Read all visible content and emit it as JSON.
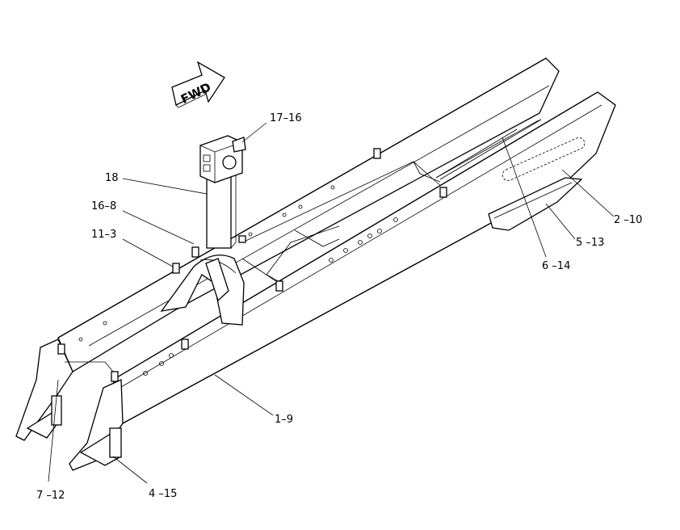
{
  "direction_indicator": {
    "text": "FWD",
    "icon": "forward-arrow-icon"
  },
  "callouts": [
    {
      "id": "c1",
      "text": "17–16"
    },
    {
      "id": "c2",
      "text": "18"
    },
    {
      "id": "c3",
      "text": "16–8"
    },
    {
      "id": "c4",
      "text": "11–3"
    },
    {
      "id": "c5",
      "text": "2 –10"
    },
    {
      "id": "c6",
      "text": "5 –13"
    },
    {
      "id": "c7",
      "text": "6 –14"
    },
    {
      "id": "c8",
      "text": "1–9"
    },
    {
      "id": "c9",
      "text": "7 –12"
    },
    {
      "id": "c10",
      "text": "4 –15"
    }
  ]
}
